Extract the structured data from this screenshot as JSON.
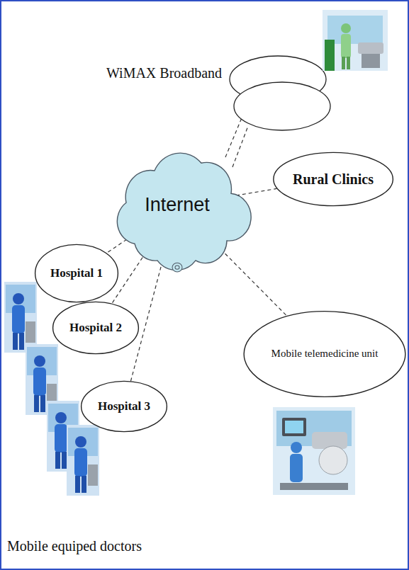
{
  "diagram": {
    "title": "WiMAX Broadband",
    "nodes": [
      {
        "text": [
          "Internet"
        ]
      },
      {
        "text": [
          "Rural Clinics"
        ]
      },
      {
        "text": [
          "Hospital 1"
        ]
      },
      {
        "text": [
          "Hospital 2"
        ]
      },
      {
        "text": [
          "Hospital 3"
        ]
      },
      {
        "text": [
          "Mobile telemedicine unit"
        ]
      }
    ],
    "edges": [
      {
        "from": 0,
        "to": 1,
        "arrow": "none"
      },
      {
        "from": 0,
        "to": 2,
        "arrow": "none"
      },
      {
        "from": 0,
        "to": 3,
        "arrow": "none"
      },
      {
        "from": 0,
        "to": 4,
        "arrow": "none"
      },
      {
        "from": 0,
        "to": 5,
        "arrow": "none"
      }
    ],
    "labels": [
      "Mobile equiped doctors"
    ]
  }
}
